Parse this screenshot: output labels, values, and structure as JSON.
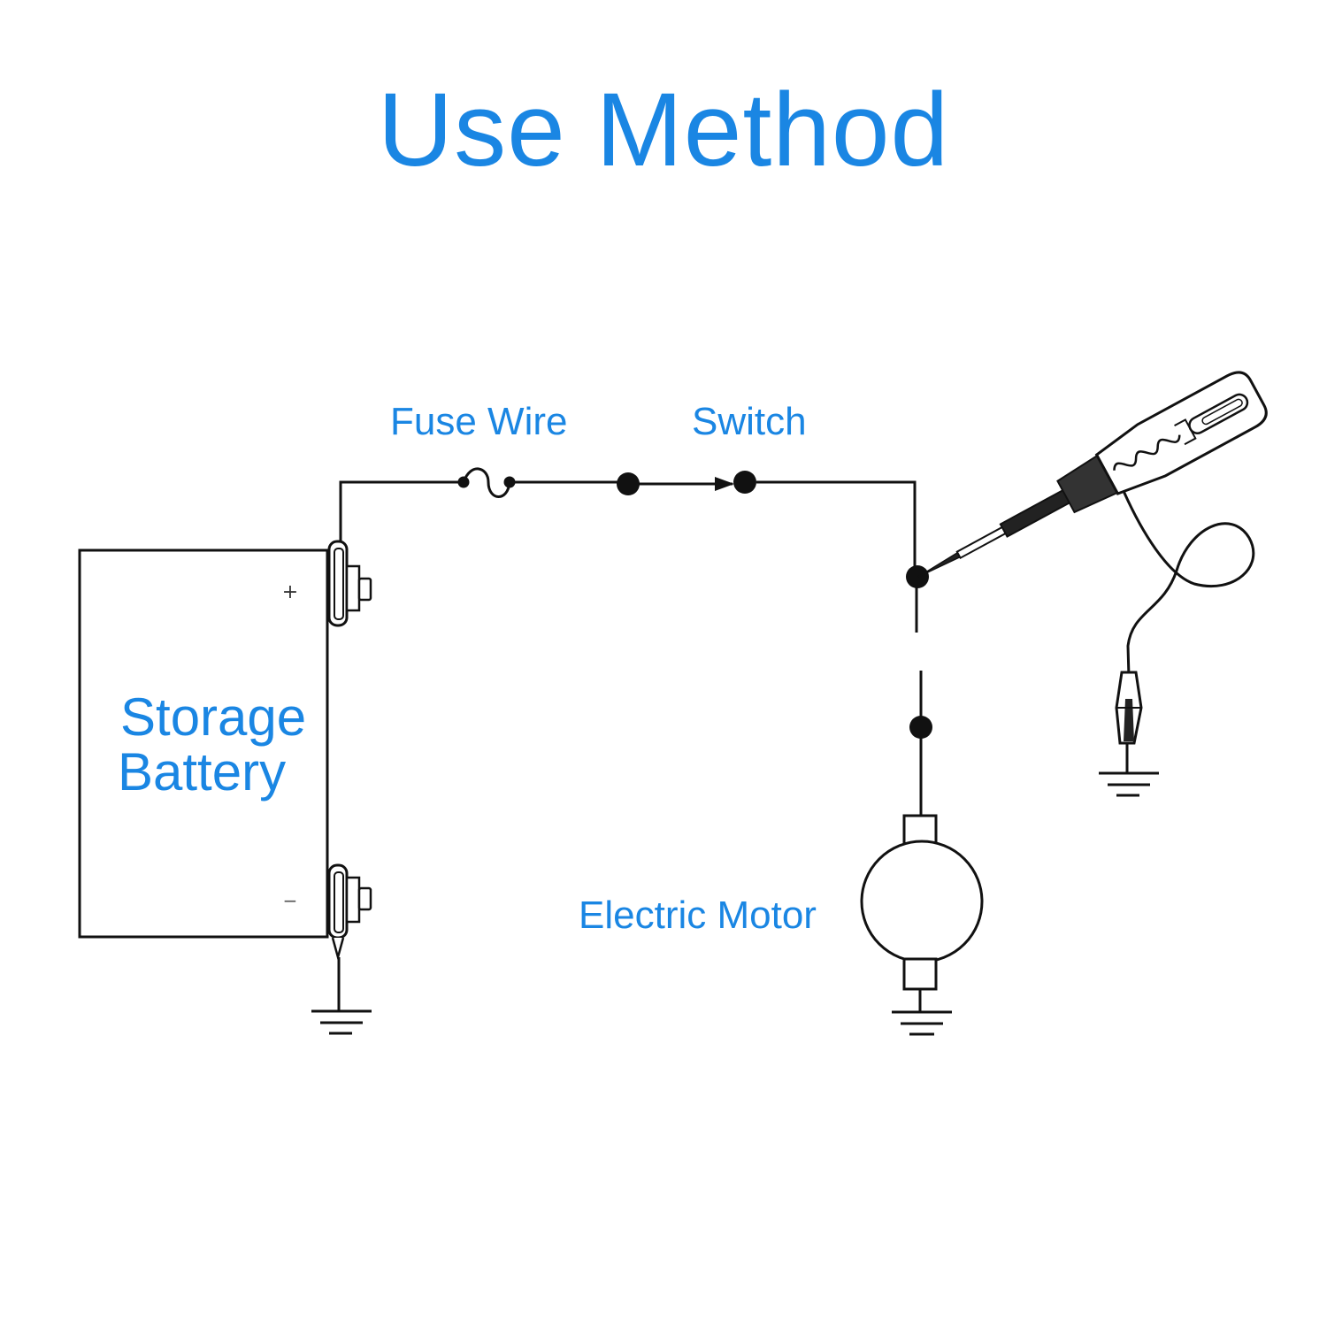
{
  "colors": {
    "label": "#1a86e3",
    "ink": "#111111"
  },
  "title": "Use Method",
  "labels": {
    "fuse": "Fuse Wire",
    "switch": "Switch",
    "motor": "Electric Motor",
    "battery_line1": "Storage",
    "battery_line2": "Battery"
  },
  "terminals": {
    "positive": "+",
    "negative": "−"
  },
  "icons": [
    "ground-icon",
    "fuse-icon",
    "switch-icon",
    "motor-icon",
    "test-light-probe-icon",
    "alligator-clip-icon"
  ]
}
